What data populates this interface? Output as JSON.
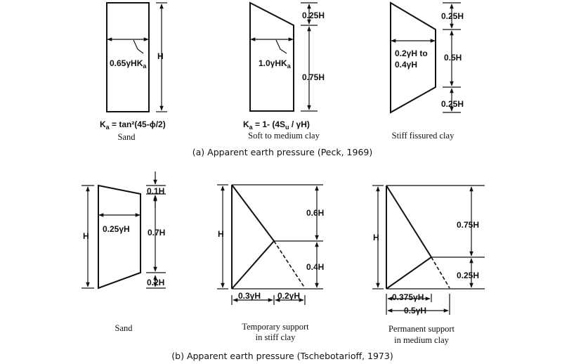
{
  "part_a": {
    "caption": "(a) Apparent earth pressure (Peck, 1969)",
    "sand": {
      "pressure": "0.65γHK",
      "pressure_sub": "a",
      "height": "H",
      "formula_lead": "K",
      "formula_sub": "a",
      "formula_rest": " = tan²(45-ϕ/2)",
      "name": "Sand"
    },
    "soft_clay": {
      "top": "0.25H",
      "pressure": "1.0γHK",
      "pressure_sub": "a",
      "bottom": "0.75H",
      "formula_lead": "K",
      "formula_sub": "a",
      "formula_mid": " = 1- (4S",
      "formula_sub2": "u",
      "formula_end": " / γH)",
      "name": "Soft to medium clay"
    },
    "stiff_clay": {
      "top": "0.25H",
      "pressure_line1": "0.2γH to",
      "pressure_line2": "0.4γH",
      "middle": "0.5H",
      "bottom": "0.25H",
      "name": "Stiff fissured clay"
    }
  },
  "part_b": {
    "caption": "(b) Apparent earth pressure (Tschebotarioff, 1973)",
    "sand": {
      "height": "H",
      "pressure": "0.25γH",
      "top": "0.1H",
      "middle": "0.7H",
      "bottom": "0.2H",
      "name": "Sand"
    },
    "temp_support": {
      "height": "H",
      "top": "0.6H",
      "bottom": "0.4H",
      "width1": "0.3γH",
      "width2": "0.2γH",
      "name_line1": "Temporary support",
      "name_line2": "in stiff clay"
    },
    "perm_support": {
      "height": "H",
      "top": "0.75H",
      "bottom": "0.25H",
      "width1": "0.375γH",
      "width2": "0.5γH",
      "name_line1": "Permanent support",
      "name_line2": "in medium clay"
    }
  }
}
